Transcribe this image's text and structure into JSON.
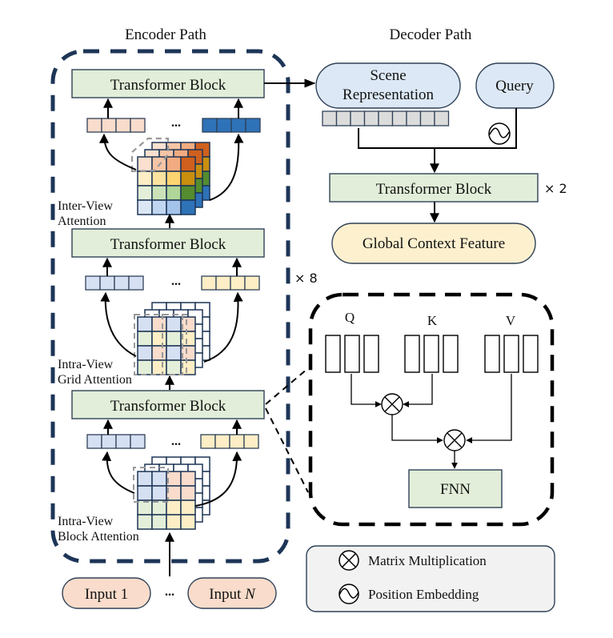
{
  "encoder": {
    "title": "Encoder Path",
    "repeat_label": "× 8",
    "blocks": [
      {
        "label": "Transformer Block"
      },
      {
        "label": "Transformer Block"
      },
      {
        "label": "Transformer Block"
      }
    ],
    "attention_labels": {
      "inter_view_1": "Inter-View",
      "inter_view_2": "Attention",
      "grid_1": "Intra-View",
      "grid_2": "Grid Attention",
      "block_1": "Intra-View",
      "block_2": "Block Attention"
    },
    "ellipsis": "...",
    "inputs": {
      "first": "Input 1",
      "last_prefix": "Input ",
      "last_var": "N",
      "ellipsis": "..."
    }
  },
  "decoder": {
    "title": "Decoder Path",
    "scene_line1": "Scene",
    "scene_line2": "Representation",
    "query": "Query",
    "block": "Transformer Block",
    "repeat_label": "× 2",
    "output": "Global Context Feature"
  },
  "attention_detail": {
    "q": "Q",
    "k": "K",
    "v": "V",
    "fnn": "FNN"
  },
  "legend": {
    "matrix_mult": "Matrix Multiplication",
    "position_embedding": "Position Embedding"
  },
  "colors": {
    "transformer_fill": "#e2eed9",
    "scene_fill": "#dce8f5",
    "global_fill": "#fdf0cf",
    "input_fill": "#f9dccb",
    "legend_fill": "#f2f2f2",
    "encoder_dash": "#1d3557",
    "token_peach": "#f9dccb",
    "token_blue": "#2e72b8",
    "token_lightblue": "#d6e0f3",
    "token_yellow": "#fdeec6",
    "scene_tokens": "#dcdcdc"
  }
}
